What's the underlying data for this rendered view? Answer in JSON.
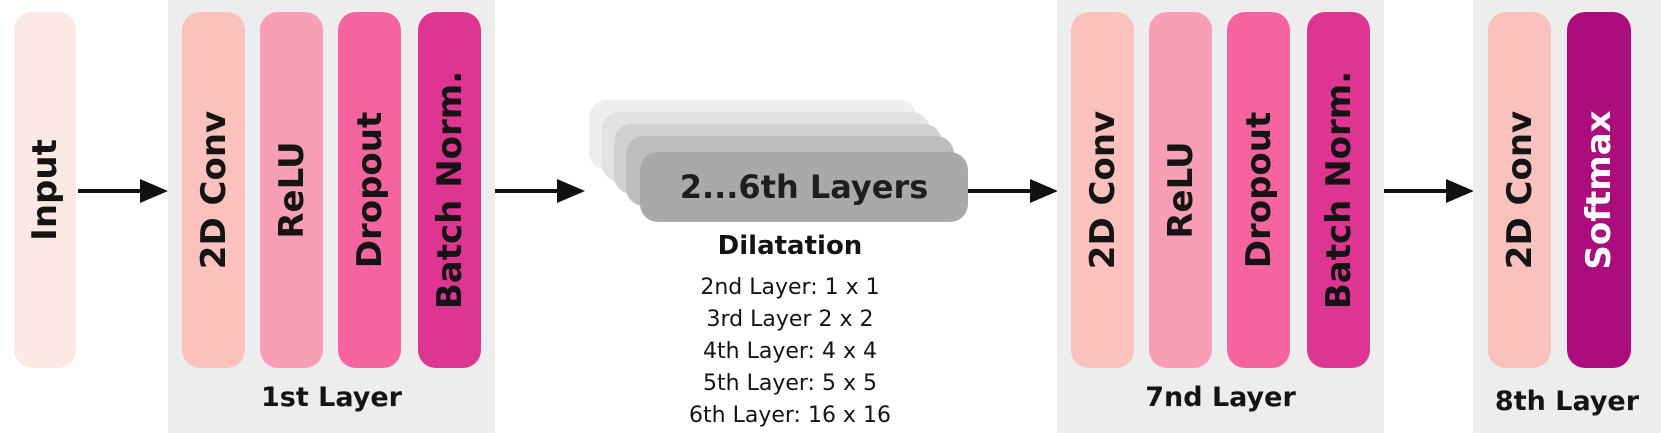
{
  "colors": {
    "input": "#fde9e3",
    "conv": "#fbc2bd",
    "relu": "#f89fb6",
    "dropout": "#f5649f",
    "batchnorm": "#de3592",
    "softmax": "#ab0d7c",
    "panel": "#ededed",
    "stack": "#a9a9a9"
  },
  "input": {
    "label": "Input"
  },
  "layer1": {
    "blocks": [
      "2D Conv",
      "ReLU",
      "Dropout",
      "Batch Norm."
    ],
    "label": "1st Layer"
  },
  "middle": {
    "title": "2...6th Layers",
    "dilatation_title": "Dilatation",
    "dilatations": [
      "2nd Layer: 1 x 1",
      "3rd Layer 2 x 2",
      "4th Layer: 4 x 4",
      "5th Layer: 5 x 5",
      "6th Layer: 16 x 16"
    ]
  },
  "layer7": {
    "blocks": [
      "2D Conv",
      "ReLU",
      "Dropout",
      "Batch Norm."
    ],
    "label": "7nd Layer"
  },
  "layer8": {
    "blocks": [
      "2D Conv",
      "Softmax"
    ],
    "label": "8th Layer"
  }
}
